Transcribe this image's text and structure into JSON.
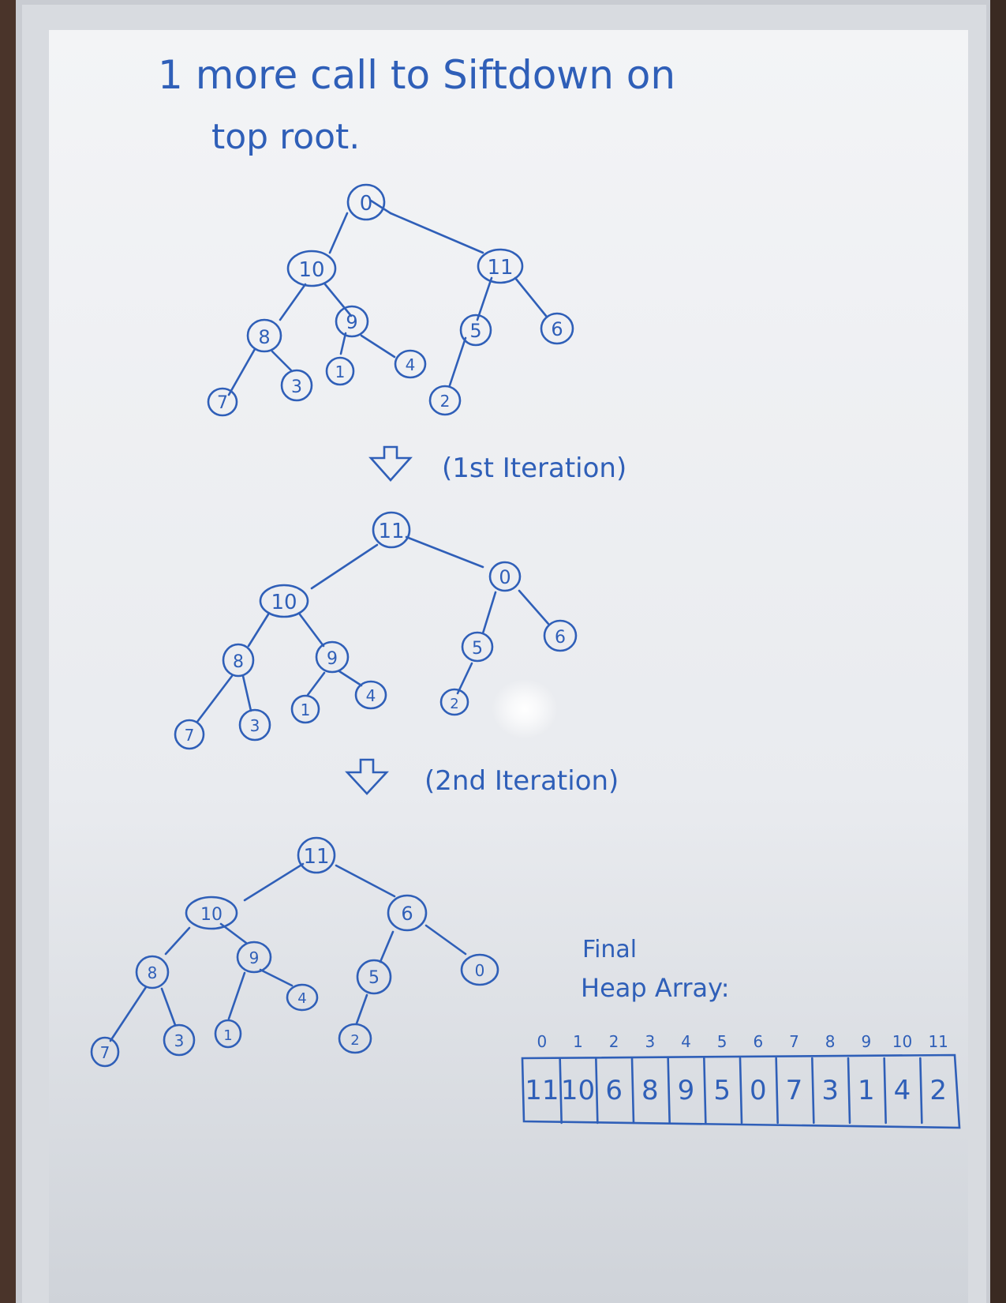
{
  "whiteboard": {
    "heading": {
      "line1": "1 more call to Siftdown on",
      "line2": "top root."
    },
    "trees": [
      {
        "caption": "",
        "nodes": [
          "0",
          "10",
          "11",
          "8",
          "9",
          "5",
          "6",
          "7",
          "3",
          "1",
          "4",
          "2"
        ]
      },
      {
        "caption": "(1st Iteration)",
        "nodes": [
          "11",
          "10",
          "0",
          "8",
          "9",
          "5",
          "6",
          "7",
          "3",
          "1",
          "4",
          "2"
        ]
      },
      {
        "caption": "(2nd Iteration)",
        "nodes": [
          "11",
          "10",
          "6",
          "8",
          "9",
          "5",
          "0",
          "7",
          "3",
          "1",
          "4",
          "2"
        ]
      }
    ],
    "final_array": {
      "label_line1": "Final",
      "label_line2": "Heap Array:",
      "indices": [
        "0",
        "1",
        "2",
        "3",
        "4",
        "5",
        "6",
        "7",
        "8",
        "9",
        "10",
        "11"
      ],
      "values": [
        "11",
        "10",
        "6",
        "8",
        "9",
        "5",
        "0",
        "7",
        "3",
        "1",
        "4",
        "2"
      ]
    }
  },
  "colors": {
    "ink": "#2f5fb8",
    "board": "#eef0f4",
    "frame": "#c9ccd2",
    "background": "#3a2a22"
  }
}
